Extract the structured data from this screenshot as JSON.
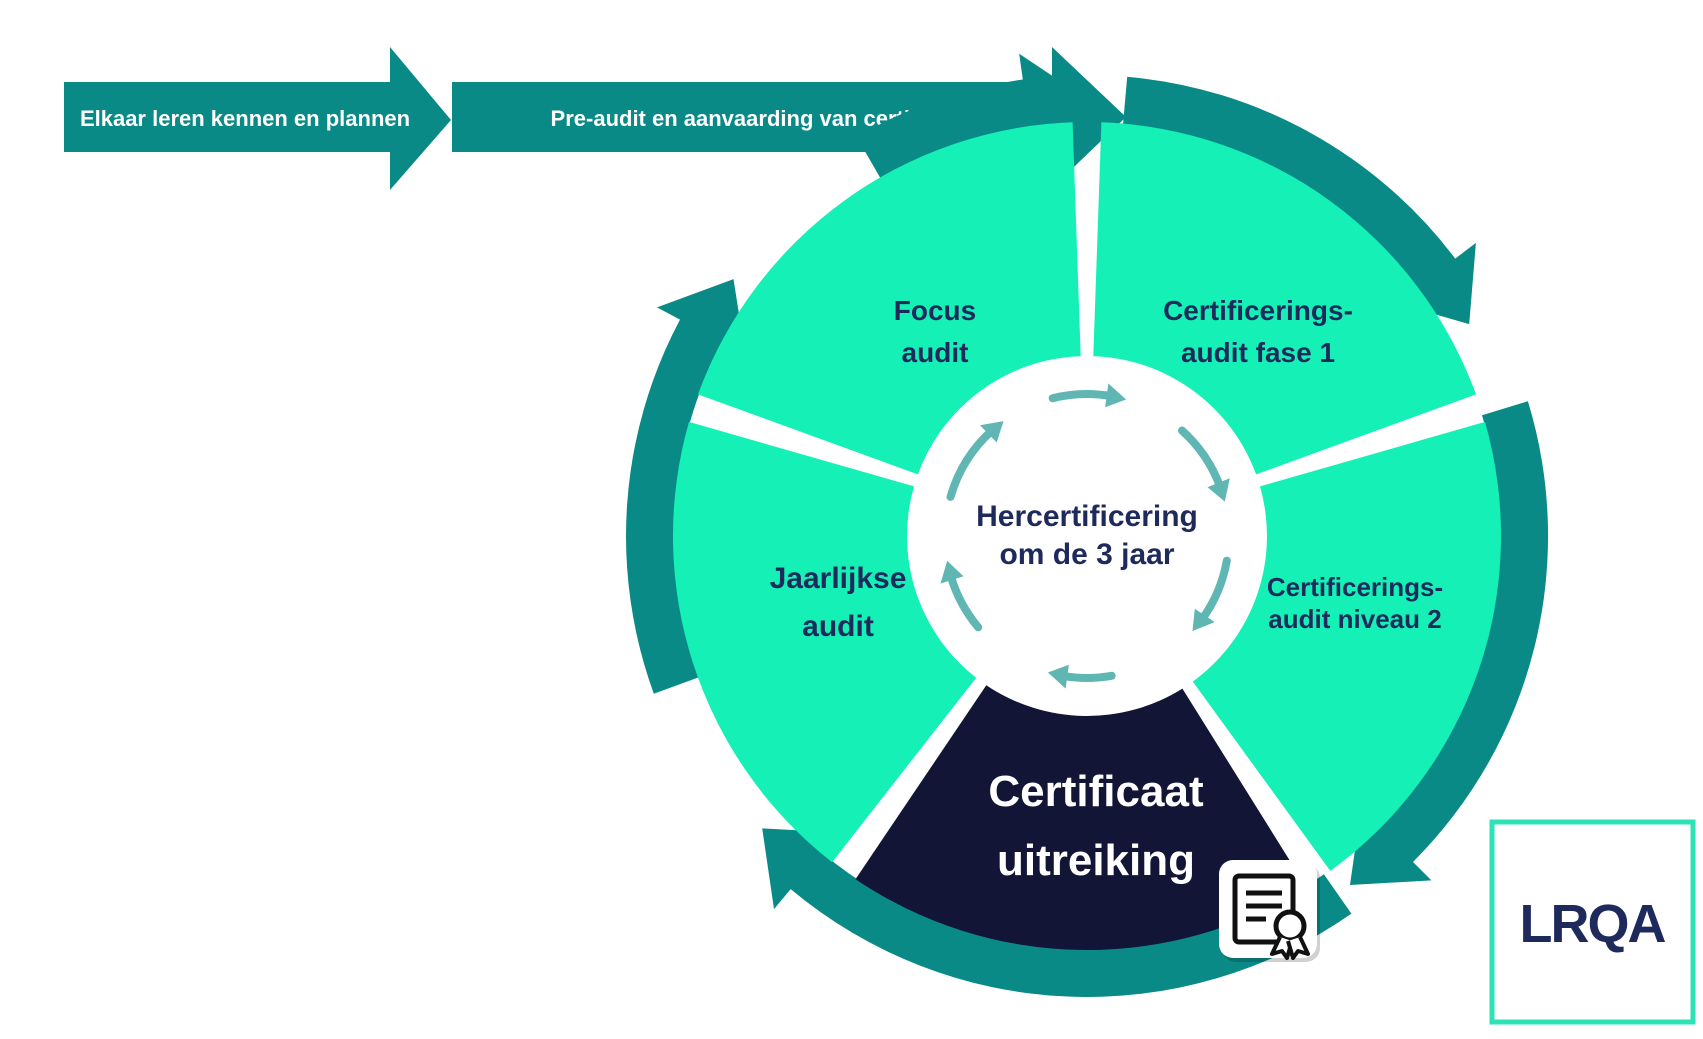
{
  "process": {
    "step1": "Elkaar leren kennen en plannen",
    "step2": "Pre-audit en aanvaarding van certificering"
  },
  "cycle": {
    "center": [
      "Hercertificering",
      "om de 3 jaar"
    ],
    "segments": {
      "cert_phase1": [
        "Certificerings-",
        "audit fase 1"
      ],
      "cert_level2": [
        "Certificerings-",
        "audit niveau 2"
      ],
      "certificate": [
        "Certificaat",
        "uitreiking"
      ],
      "annual": [
        "Jaarlijkse",
        "audit"
      ],
      "focus": [
        "Focus",
        "audit"
      ]
    }
  },
  "logo": {
    "text": "LRQA"
  },
  "icons": {
    "certificate": "certificate-ribbon-icon"
  },
  "colors": {
    "ring": "#0a8a86",
    "segment": "#14f0b6",
    "highlight": "#121535",
    "label": "#1f2a5c",
    "center_arrows": "#5fb6b3",
    "logo_border": "#2de3b5"
  }
}
